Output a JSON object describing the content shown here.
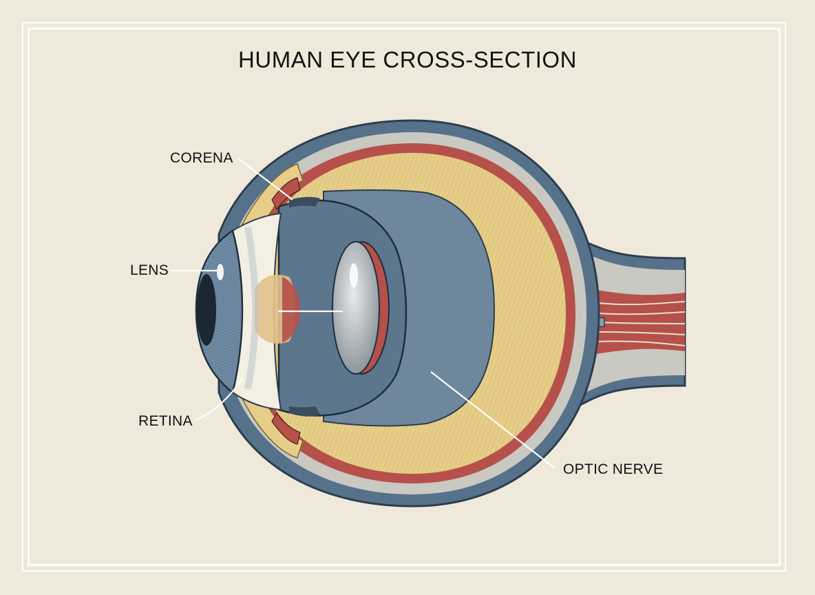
{
  "title": "HUMAN EYE CROSS-SECTION",
  "labels": {
    "corena": "CORENA",
    "lens": "LENS",
    "retina": "RETINA",
    "optic_nerve": "OPTIC NERVE"
  },
  "colors": {
    "background": "#efe9dc",
    "frame": "#ffffff",
    "sclera_blue": "#56718a",
    "vitreous": "#6e879d",
    "choroid_red": "#b6504a",
    "retina_yellow": "#e6cd88",
    "cornea_white": "#f4efe3",
    "iris_blue": "#6f8aa3",
    "leader_line": "#ffffff"
  }
}
